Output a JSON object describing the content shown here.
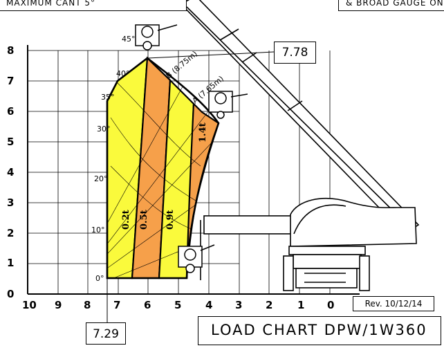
{
  "header": {
    "left_note": "MAXIMUM CANT 5°",
    "right_note": "& BROAD GAUGE ONLY"
  },
  "callouts": {
    "max_height": "7.78",
    "max_reach": "7.29",
    "revision": "Rev. 10/12/14",
    "title": "LOAD CHART DPW/1W360"
  },
  "axes": {
    "y_ticks": [
      "0",
      "1",
      "2",
      "3",
      "4",
      "5",
      "6",
      "7",
      "8"
    ],
    "x_ticks": [
      "10",
      "9",
      "8",
      "7",
      "6",
      "5",
      "4",
      "3",
      "2",
      "1",
      "0"
    ]
  },
  "angles": [
    "0°",
    "10°",
    "20°",
    "30°",
    "35°",
    "40°",
    "45°"
  ],
  "boom": {
    "extension_b": "B (8.75m)",
    "extension_a": "A (7.65m)"
  },
  "zones": [
    {
      "capacity": "0.2t",
      "color": "#fafa3c"
    },
    {
      "capacity": "0.5t",
      "color": "#f6a04a"
    },
    {
      "capacity": "0.9t",
      "color": "#fafa3c"
    },
    {
      "capacity": "1.4t",
      "color": "#f6a04a"
    }
  ]
}
